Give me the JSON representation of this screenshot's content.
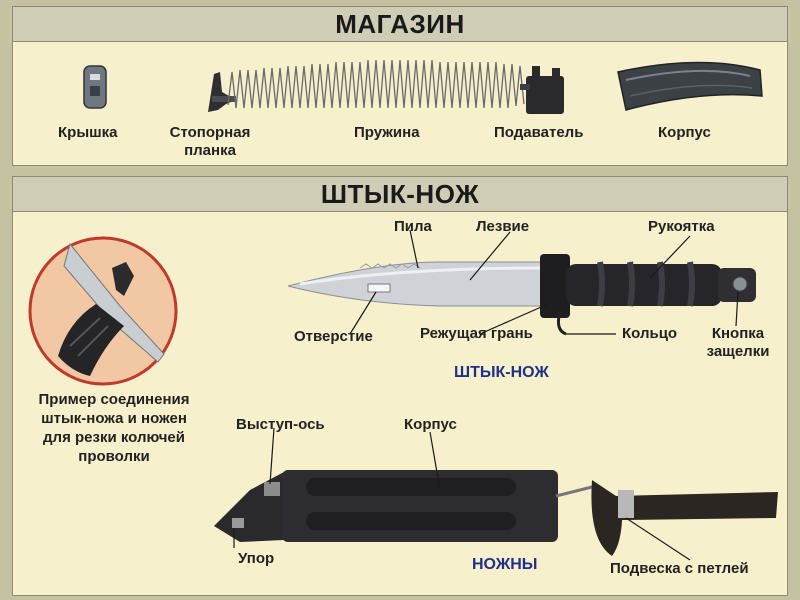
{
  "magazine": {
    "title": "МАГАЗИН",
    "parts": {
      "cover": "Крышка",
      "plate_line1": "Стопорная",
      "plate_line2": "планка",
      "spring": "Пружина",
      "follower": "Подаватель",
      "body": "Корпус"
    }
  },
  "bayonet": {
    "title": "ШТЫК-НОЖ",
    "labels": {
      "saw": "Пила",
      "blade": "Лезвие",
      "handle": "Рукоятка",
      "hole": "Отверстие",
      "edge": "Режущая грань",
      "ring": "Кольцо",
      "button_line1": "Кнопка",
      "button_line2": "защелки",
      "knife_caption": "ШТЫК-НОЖ"
    },
    "example": {
      "line1": "Пример соединения",
      "line2": "штык-ножа и ножен",
      "line3": "для резки колючей",
      "line4": "проволки"
    },
    "sheath": {
      "lug": "Выступ-ось",
      "body": "Корпус",
      "stop": "Упор",
      "caption": "НОЖНЫ",
      "hanger": "Подвеска с петлей"
    }
  },
  "colors": {
    "panel": "#f6f0cc",
    "frame": "#c5c2a2",
    "caption_blue": "#20308a",
    "circle_fill": "#f2c7a4",
    "circle_ring": "#c0392b"
  }
}
